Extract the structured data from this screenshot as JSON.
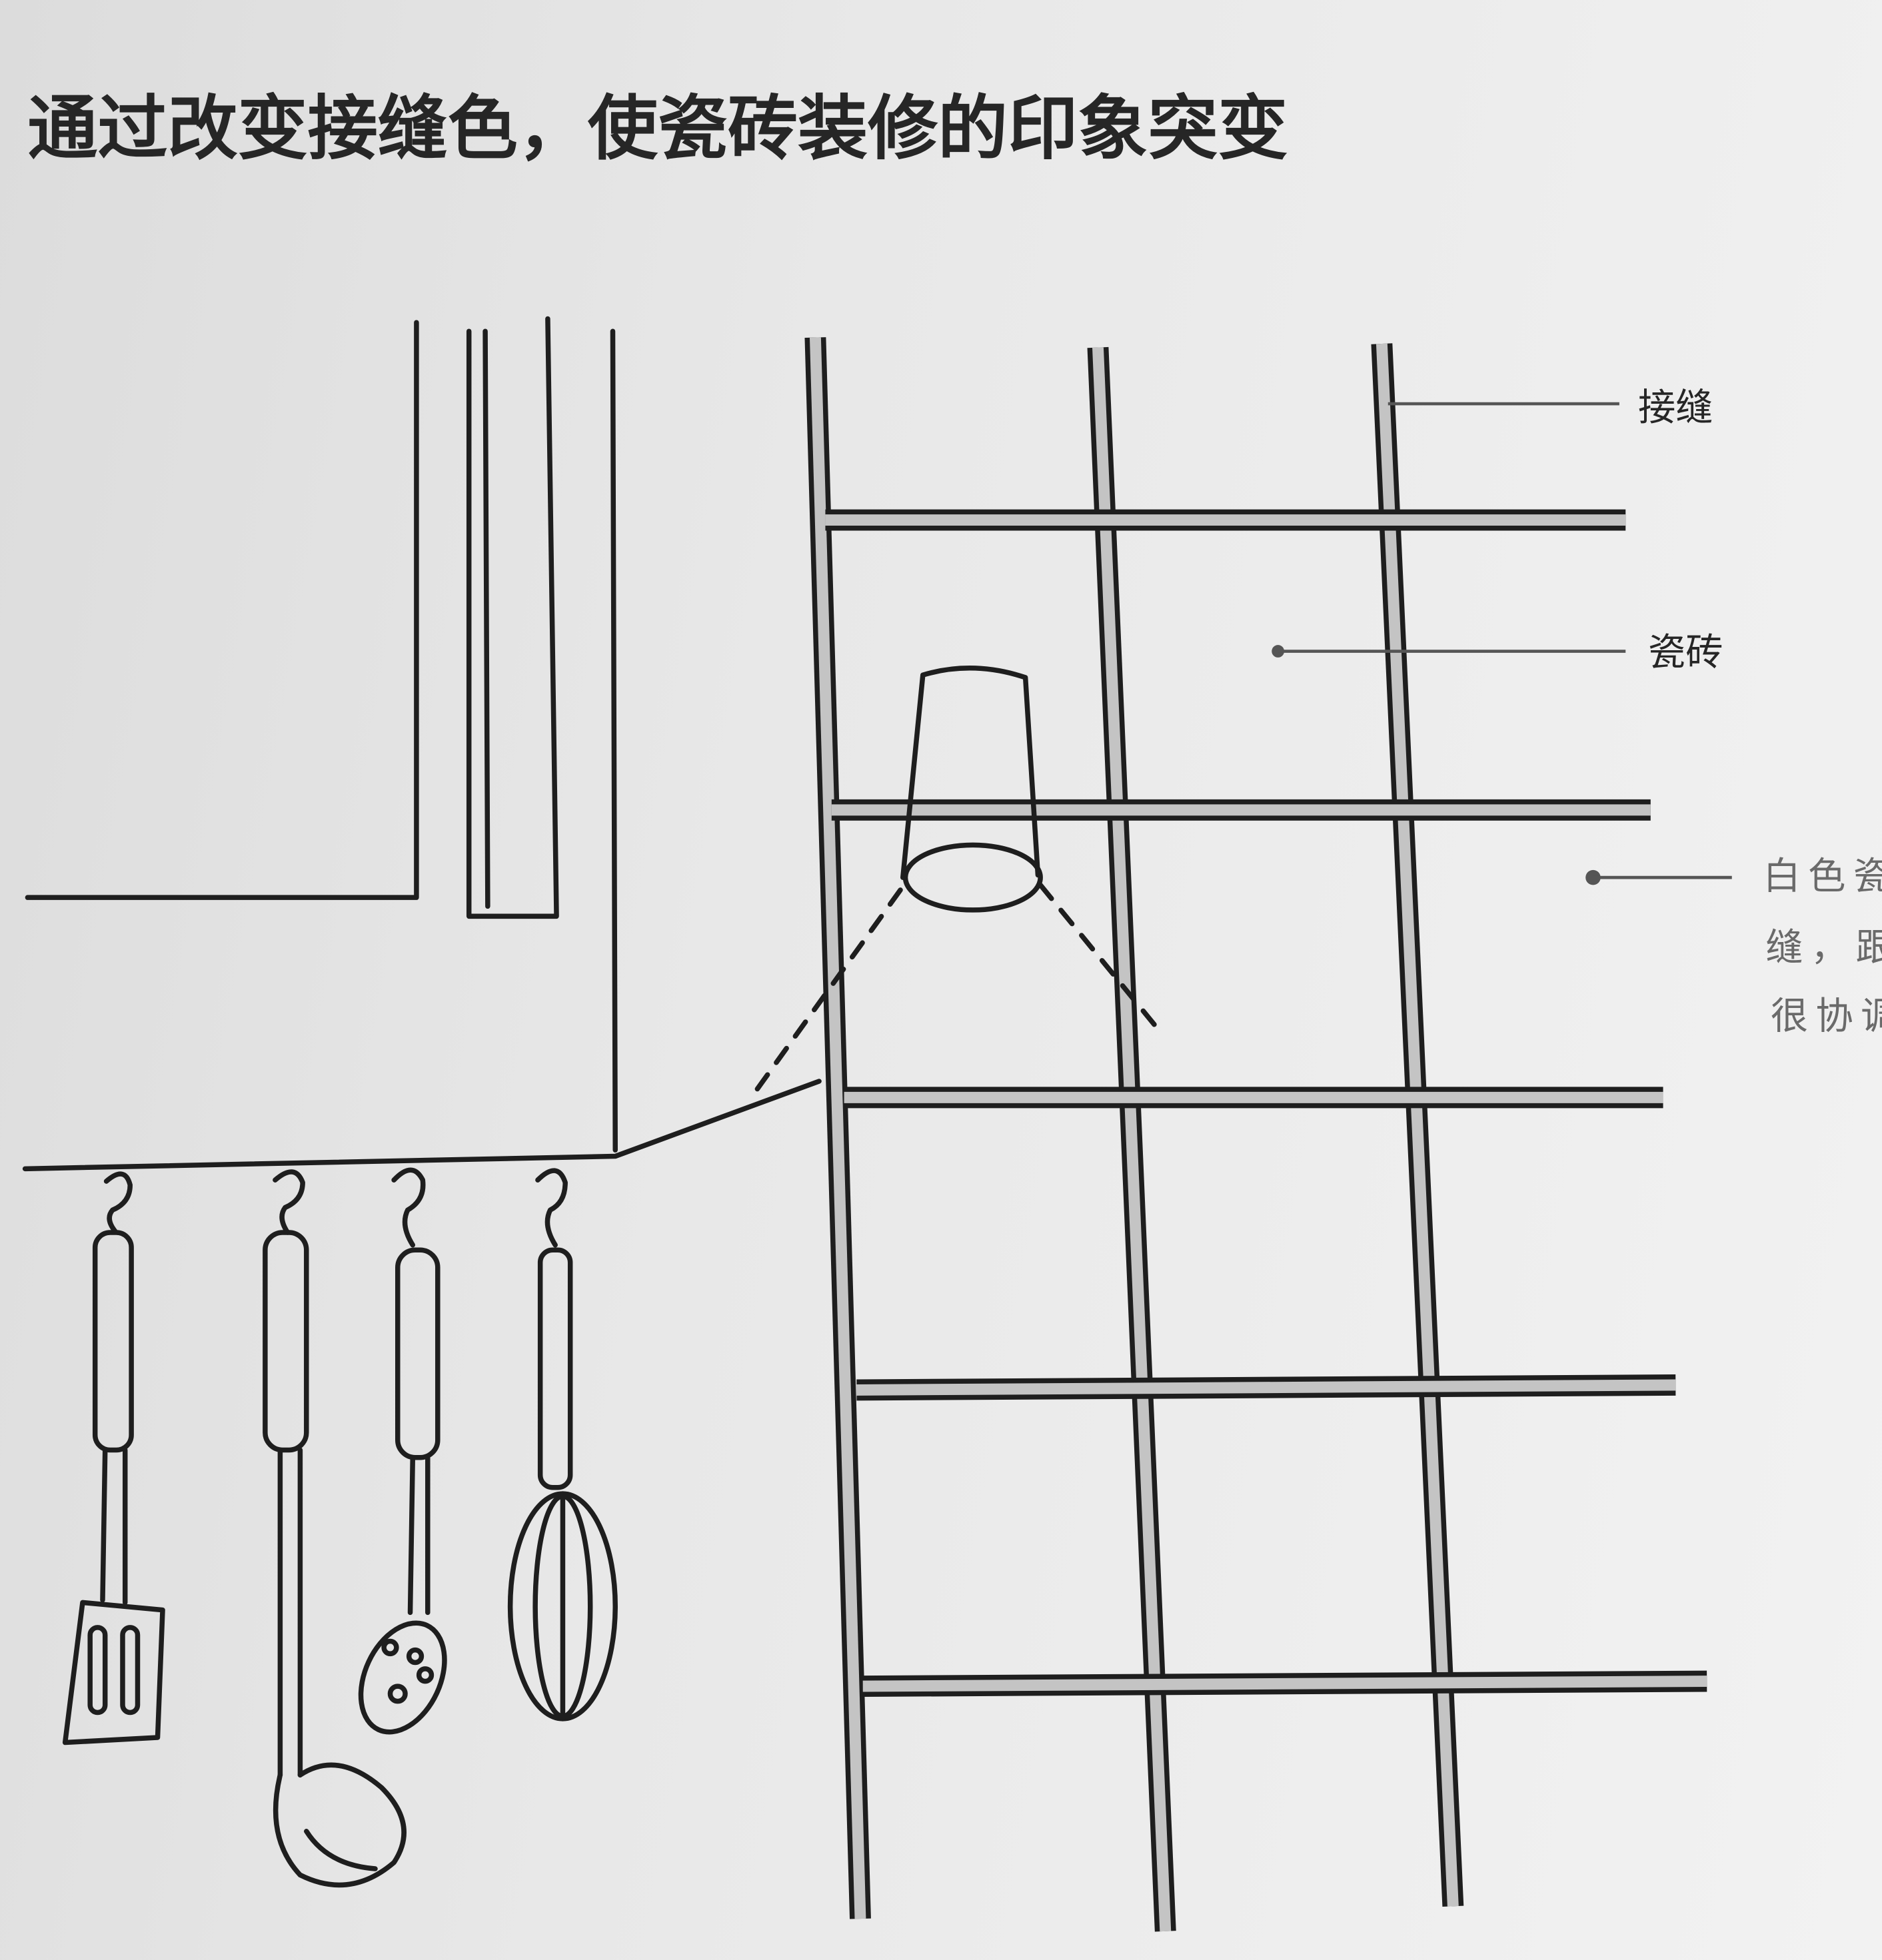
{
  "title": "通过改变接缝色，使瓷砖装修的印象突变",
  "labels": {
    "joint": "接缝",
    "tile": "瓷砖"
  },
  "side_note": {
    "lines": [
      "白色瓷",
      "缝，跟",
      "很协调"
    ]
  },
  "colors": {
    "ink": "#1e1e1e",
    "joint_fill": "#c4c4c4",
    "paper": "#e8e8e8"
  }
}
